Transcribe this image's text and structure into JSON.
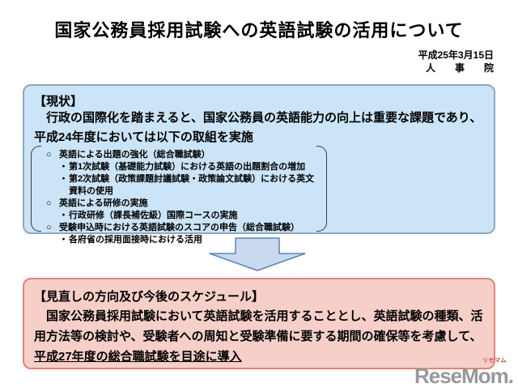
{
  "page": {
    "title": "国家公務員採用試験への英語試験の活用について",
    "date": "平成25年3月15日",
    "issuer": "人　　事　　院"
  },
  "current_box": {
    "heading": "【現状】",
    "paragraph": "　行政の国際化を踏まえると、国家公務員の英語能力の向上は重要な課題であり、平成24年度においては以下の取組を実施",
    "items": [
      {
        "marker": "○",
        "text": "英語による出題の強化（総合職試験）"
      },
      {
        "marker": "・",
        "text": "第1次試験（基礎能力試験）における英語の出題割合の増加"
      },
      {
        "marker": "・",
        "text": "第2次試験（政策課題討議試験・政策論文試験）における英文資料の使用"
      },
      {
        "marker": "○",
        "text": "英語による研修の実施"
      },
      {
        "marker": "・",
        "text": "行政研修（課長補佐級）国際コースの実施"
      },
      {
        "marker": "○",
        "text": "受験申込時における英語試験のスコアの申告（総合職試験）"
      },
      {
        "marker": "・",
        "text": "各府省の採用面接時における活用"
      }
    ]
  },
  "schedule_box": {
    "heading": "【見直しの方向及び今後のスケジュール】",
    "paragraph_lead": "　国家公務員採用試験において英語試験を活用することとし、英語試験の種類、活用方法等の検討や、受験者への周知と受験準備に要する期間の確保等を考慮して、",
    "paragraph_underlined": "平成27年度の総合職試験を目途に導入"
  },
  "arrow": {
    "fill": "#c9d9ee",
    "stroke": "#5c85b5"
  },
  "logo": {
    "text": "ReseMom.",
    "ruby": "リセマム"
  }
}
